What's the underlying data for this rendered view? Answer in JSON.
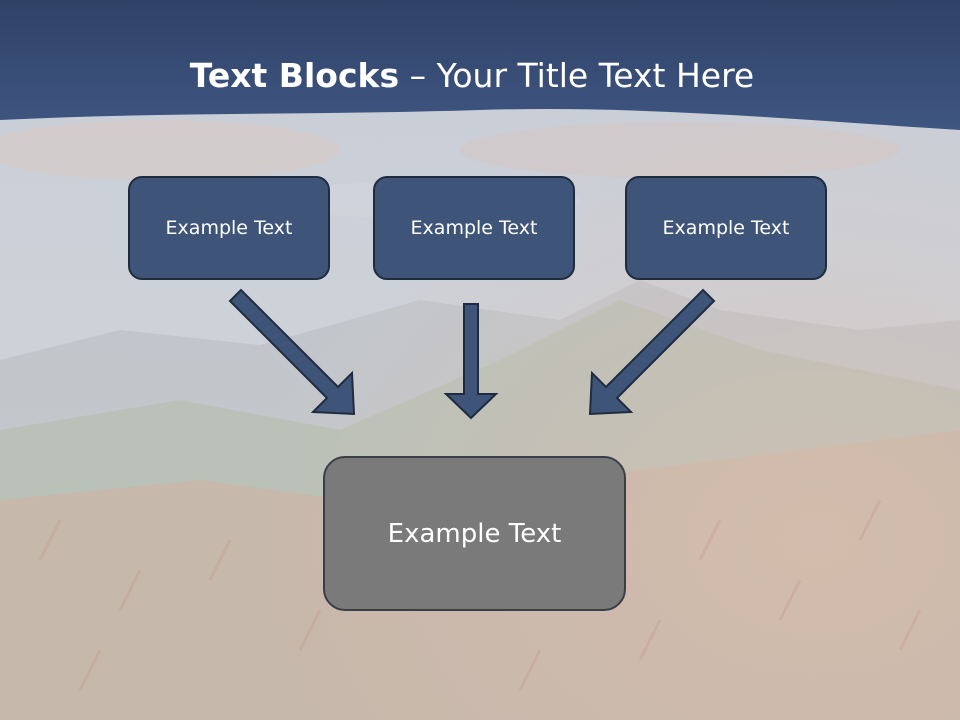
{
  "slide": {
    "title_bold": "Text Blocks",
    "title_dash": " – ",
    "title_rest": "Your Title Text Here"
  },
  "blocks": [
    {
      "label": "Example Text"
    },
    {
      "label": "Example Text"
    },
    {
      "label": "Example Text"
    }
  ],
  "target": {
    "label": "Example Text"
  },
  "colors": {
    "header_band": "#3a5079",
    "block_fill": "#3e5478",
    "target_fill": "#7a7a7a",
    "arrow_fill": "#3e5478"
  }
}
